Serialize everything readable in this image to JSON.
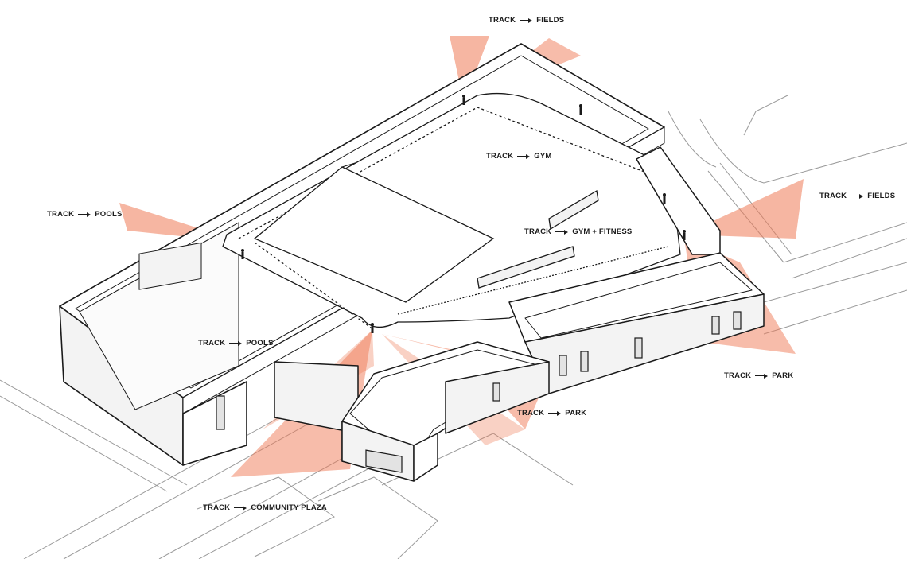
{
  "labels": [
    {
      "from": "TRACK",
      "to": "FIELDS"
    },
    {
      "from": "TRACK",
      "to": "GYM"
    },
    {
      "from": "TRACK",
      "to": "POOLS"
    },
    {
      "from": "TRACK",
      "to": "GYM + FITNESS"
    },
    {
      "from": "TRACK",
      "to": "FIELDS"
    },
    {
      "from": "TRACK",
      "to": "POOLS"
    },
    {
      "from": "TRACK",
      "to": "PARK"
    },
    {
      "from": "TRACK",
      "to": "PARK"
    },
    {
      "from": "TRACK",
      "to": "COMMUNITY PLAZA"
    }
  ],
  "colors": {
    "view_cone": "#ef7a55",
    "line": "#1a1a1a",
    "wall": "#f3f3f3",
    "site_line": "#9a9a9a"
  },
  "icons": [
    "person-icon",
    "arrow-right-icon"
  ]
}
